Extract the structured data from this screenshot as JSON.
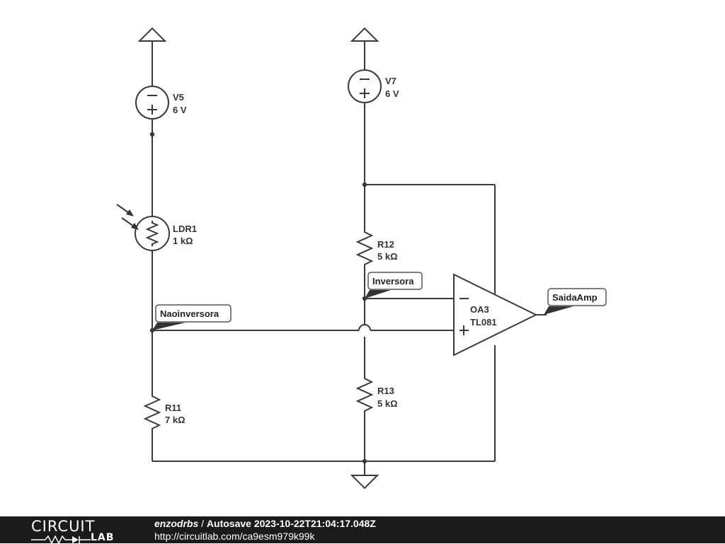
{
  "components": {
    "v5": {
      "name": "V5",
      "value": "6 V"
    },
    "v7": {
      "name": "V7",
      "value": "6 V"
    },
    "ldr1": {
      "name": "LDR1",
      "value": "1 kΩ"
    },
    "r11": {
      "name": "R11",
      "value": "7 kΩ"
    },
    "r12": {
      "name": "R12",
      "value": "5 kΩ"
    },
    "r13": {
      "name": "R13",
      "value": "5 kΩ"
    },
    "oa3": {
      "name": "OA3",
      "value": "TL081"
    }
  },
  "net_labels": {
    "naoinversora": "Naoinversora",
    "inversora": "Inversora",
    "saida": "SaidaAmp"
  },
  "footer": {
    "logo_top": "CIRCUIT",
    "logo_bottom": "LAB",
    "author": "enzodrbs",
    "separator": " / ",
    "title": "Autosave 2023-10-22T21:04:17.048Z",
    "url": "http://circuitlab.com/ca9esm979k99k"
  }
}
